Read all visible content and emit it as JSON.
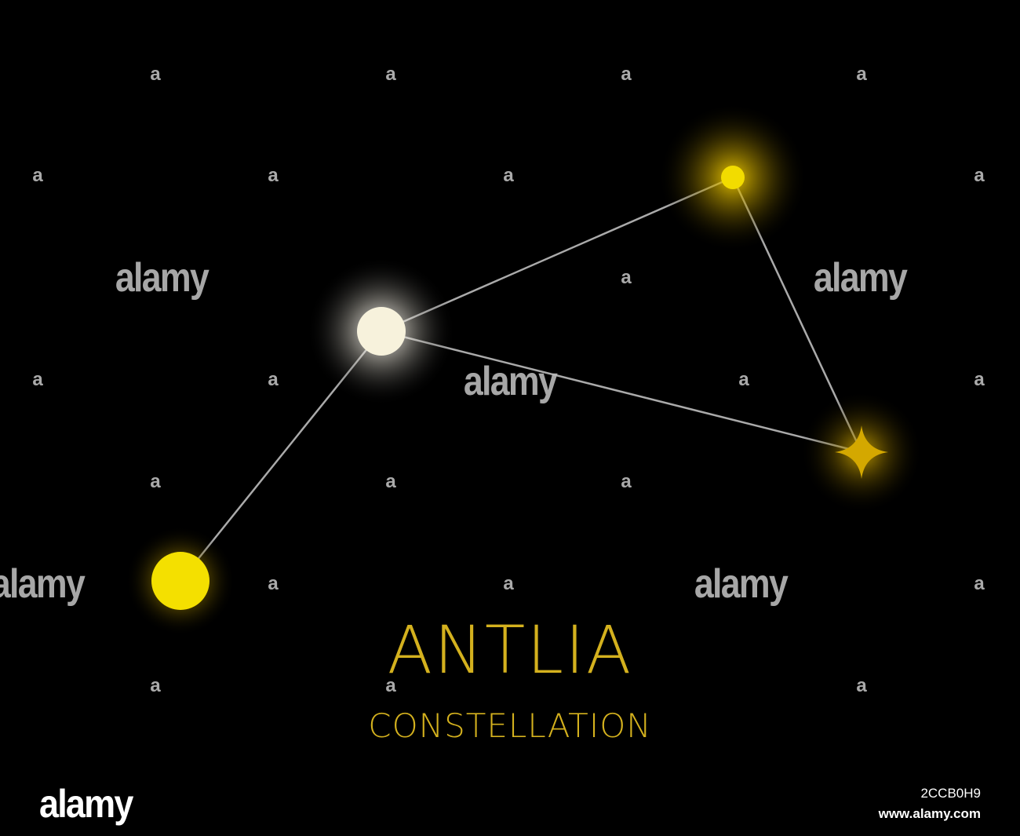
{
  "constellation": {
    "name": "ANTLIA",
    "subtitle": "CONSTELLATION",
    "text_color": "#d4b11e"
  },
  "stars": [
    {
      "id": "star-alpha",
      "shape": "circle",
      "color": "#f7f2dc",
      "glow": "#ffffff"
    },
    {
      "id": "star-top-right",
      "shape": "circle",
      "color": "#f2dc00",
      "glow": "#d6b000"
    },
    {
      "id": "star-diamond",
      "shape": "diamond",
      "color": "#d4a800",
      "glow": "#c79a00"
    },
    {
      "id": "star-bottom-left",
      "shape": "circle",
      "color": "#f4e000",
      "glow": "#e8c200"
    }
  ],
  "connections": [
    [
      "star-alpha",
      "star-top-right"
    ],
    [
      "star-top-right",
      "star-diamond"
    ],
    [
      "star-alpha",
      "star-diamond"
    ],
    [
      "star-alpha",
      "star-bottom-left"
    ]
  ],
  "watermark": {
    "small_mark": "a",
    "big_mark": "alamy"
  },
  "footer": {
    "logo": "alamy",
    "image_id": "2CCB0H9",
    "url": "www.alamy.com"
  }
}
